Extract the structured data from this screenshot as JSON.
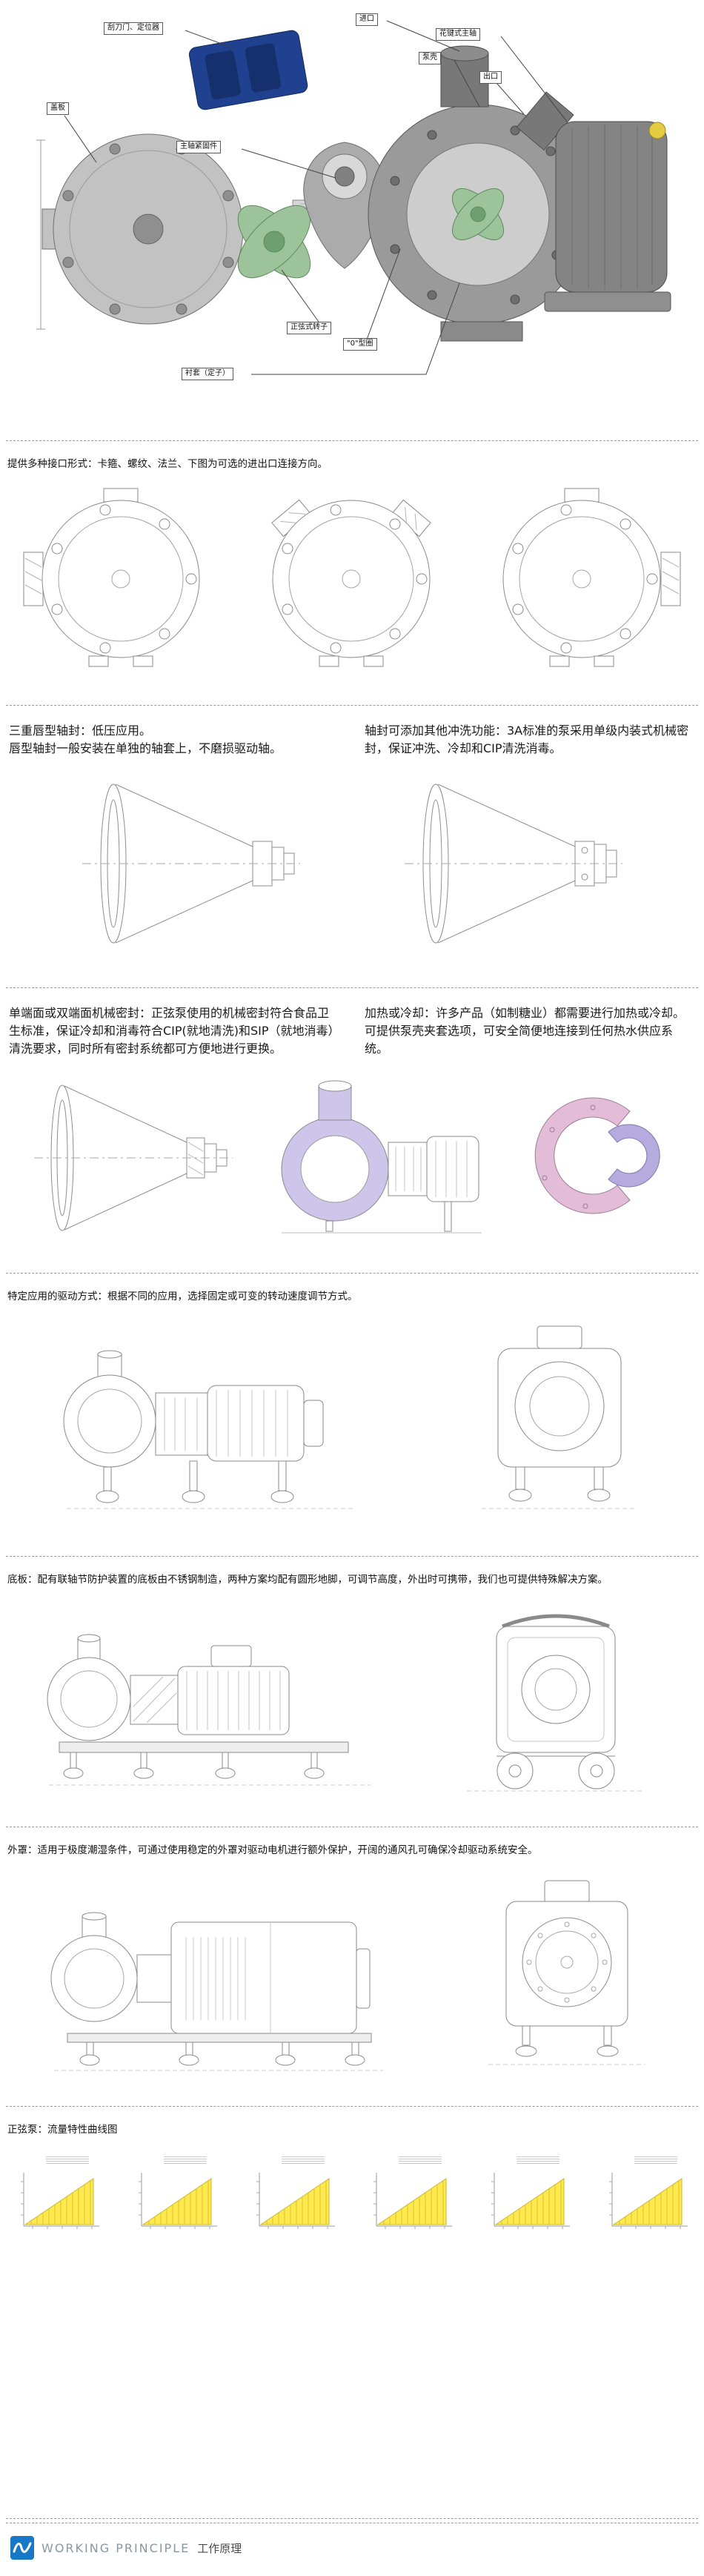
{
  "exploded": {
    "labels": [
      "刮刀门、定位器",
      "进口",
      "花键式主轴",
      "泵壳",
      "出口",
      "盖板",
      "主轴紧固件",
      "正弦式转子",
      "\"0\"型圈",
      "衬套（定子）"
    ]
  },
  "sections": {
    "ports": {
      "text": "提供多种接口形式：卡箍、螺纹、法兰、下图为可选的进出口连接方向。"
    },
    "lip_seal": {
      "left": "三重唇型轴封：低压应用。\n唇型轴封一般安装在单独的轴套上，不磨损驱动轴。",
      "right": "轴封可添加其他冲洗功能：3A标准的泵采用单级内装式机械密封，保证冲洗、冷却和CIP清洗消毒。"
    },
    "mech_seal": {
      "left": "单端面或双端面机械密封：正弦泵使用的机械密封符合食品卫生标准，保证冷却和消毒符合CIP(就地清洗)和SIP（就地消毒）清洗要求，同时所有密封系统都可方便地进行更换。",
      "right": "加热或冷却：许多产品（如制糖业）都需要进行加热或冷却。可提供泵壳夹套选项，可安全简便地连接到任何热水供应系统。"
    },
    "drive": {
      "text": "特定应用的驱动方式：根据不同的应用，选择固定或可变的转动速度调节方式。"
    },
    "baseplate": {
      "text": "底板：配有联轴节防护装置的底板由不锈钢制造，两种方案均配有圆形地脚，可调节高度，外出时可携带，我们也可提供特殊解决方案。"
    },
    "shroud": {
      "text": "外罩：适用于极度潮湿条件，可通过使用稳定的外罩对驱动电机进行额外保护，开阔的通风孔可确保冷却驱动系统安全。"
    },
    "curves": {
      "text": "正弦泵：流量特性曲线图"
    }
  },
  "chart_data": {
    "type": "area",
    "count": 6,
    "title": "正弦泵：流量特性曲线图",
    "fill_color": "#ffe94f",
    "description": "六幅小型流量特性曲线缩略图，每幅为黄色三角形渐增曲线区域（流量随转速线性上升），坐标轴刻度文字过小不可辨认",
    "values_normalized": [
      0,
      10,
      20,
      30,
      40,
      50,
      60,
      70,
      80,
      90,
      100
    ]
  },
  "footer": {
    "brand": "WORKING PRINCIPLE",
    "title": "工作原理"
  }
}
